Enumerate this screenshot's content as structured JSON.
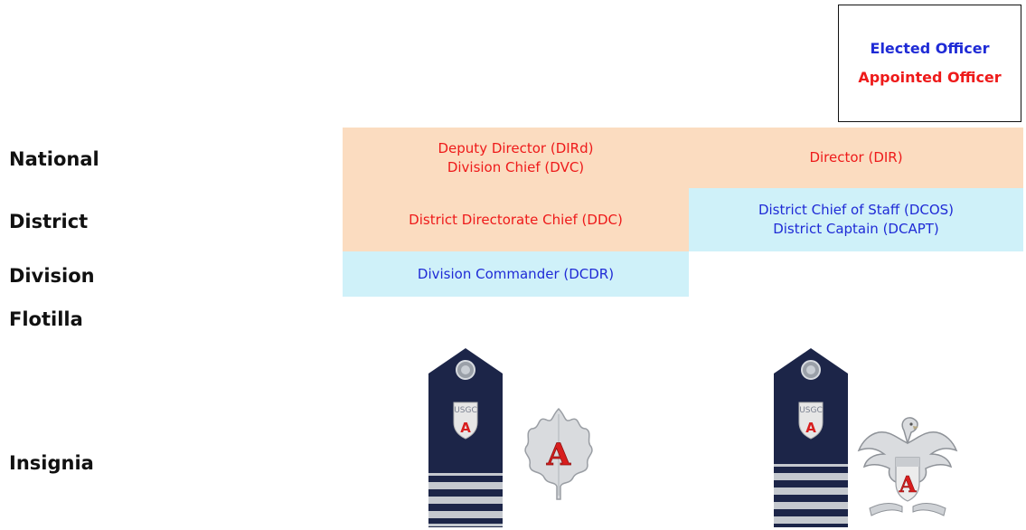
{
  "legend": {
    "elected": "Elected Officer",
    "appointed": "Appointed Officer"
  },
  "rows": {
    "national": "National",
    "district": "District",
    "division": "Division",
    "flotilla": "Flotilla",
    "insignia": "Insignia"
  },
  "cells": {
    "national_left": [
      "Deputy Director (DIRd)",
      "Division Chief (DVC)"
    ],
    "national_right": "Director (DIR)",
    "district_left": "District Directorate Chief (DDC)",
    "district_right": [
      "District Chief of Staff (DCOS)",
      "District Captain (DCAPT)"
    ],
    "division_left": "Division Commander (DCDR)"
  },
  "insignia": {
    "board_text": "USGC",
    "letter": "A"
  },
  "colors": {
    "elected": "#1f2bd6",
    "appointed": "#ee1a1a",
    "peach": "#fbdcc0",
    "cyan": "#cff1f9",
    "board": "#1c2548"
  }
}
